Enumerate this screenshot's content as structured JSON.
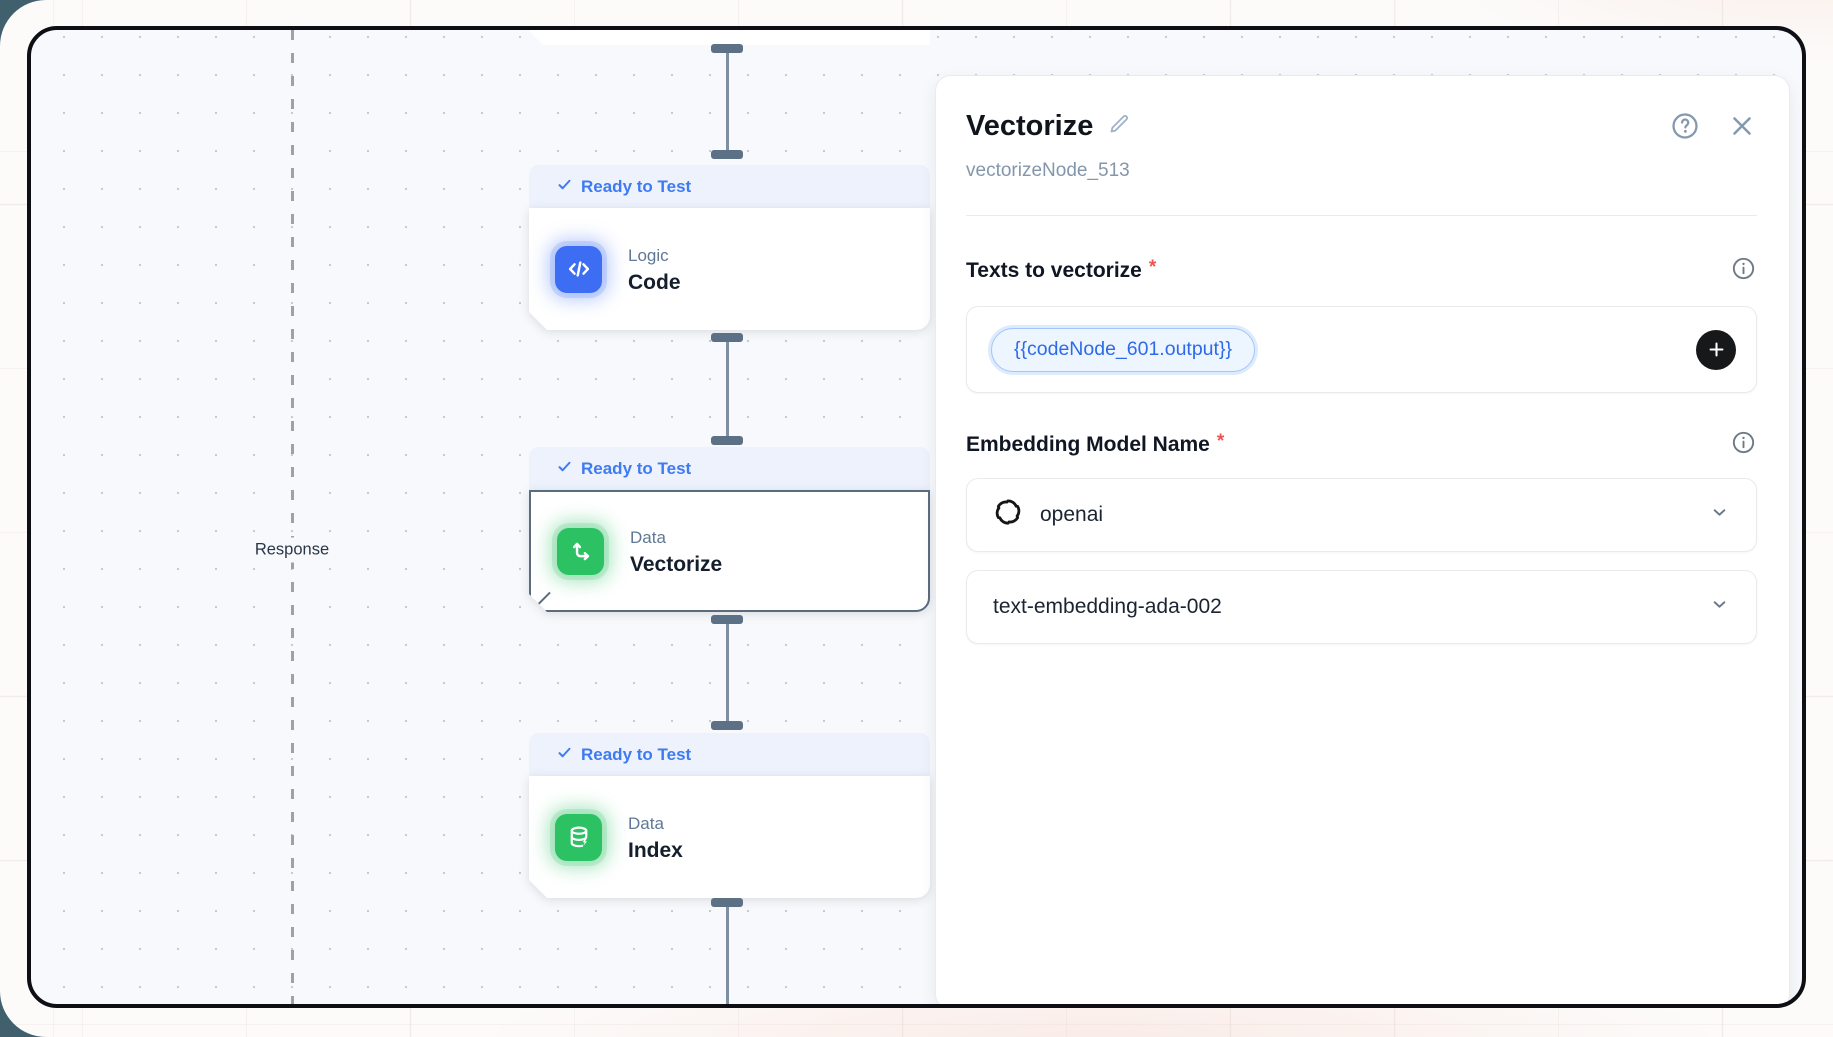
{
  "canvas": {
    "response_label": "Response",
    "nodes": [
      {
        "status": "Ready to Test",
        "category": "Logic",
        "name": "Code"
      },
      {
        "status": "Ready to Test",
        "category": "Data",
        "name": "Vectorize"
      },
      {
        "status": "Ready to Test",
        "category": "Data",
        "name": "Index"
      }
    ]
  },
  "panel": {
    "title": "Vectorize",
    "node_id": "vectorizeNode_513",
    "texts_field": {
      "label": "Texts to vectorize",
      "required_mark": "*",
      "chip": "{{codeNode_601.output}}"
    },
    "model_field": {
      "label": "Embedding Model Name",
      "required_mark": "*",
      "provider": "openai",
      "model": "text-embedding-ada-002"
    }
  },
  "colors": {
    "accent_blue": "#3f7bf0",
    "node_green": "#2cc163",
    "chip_text": "#2e6ae8",
    "canvas_bg": "#f7f9fc"
  }
}
